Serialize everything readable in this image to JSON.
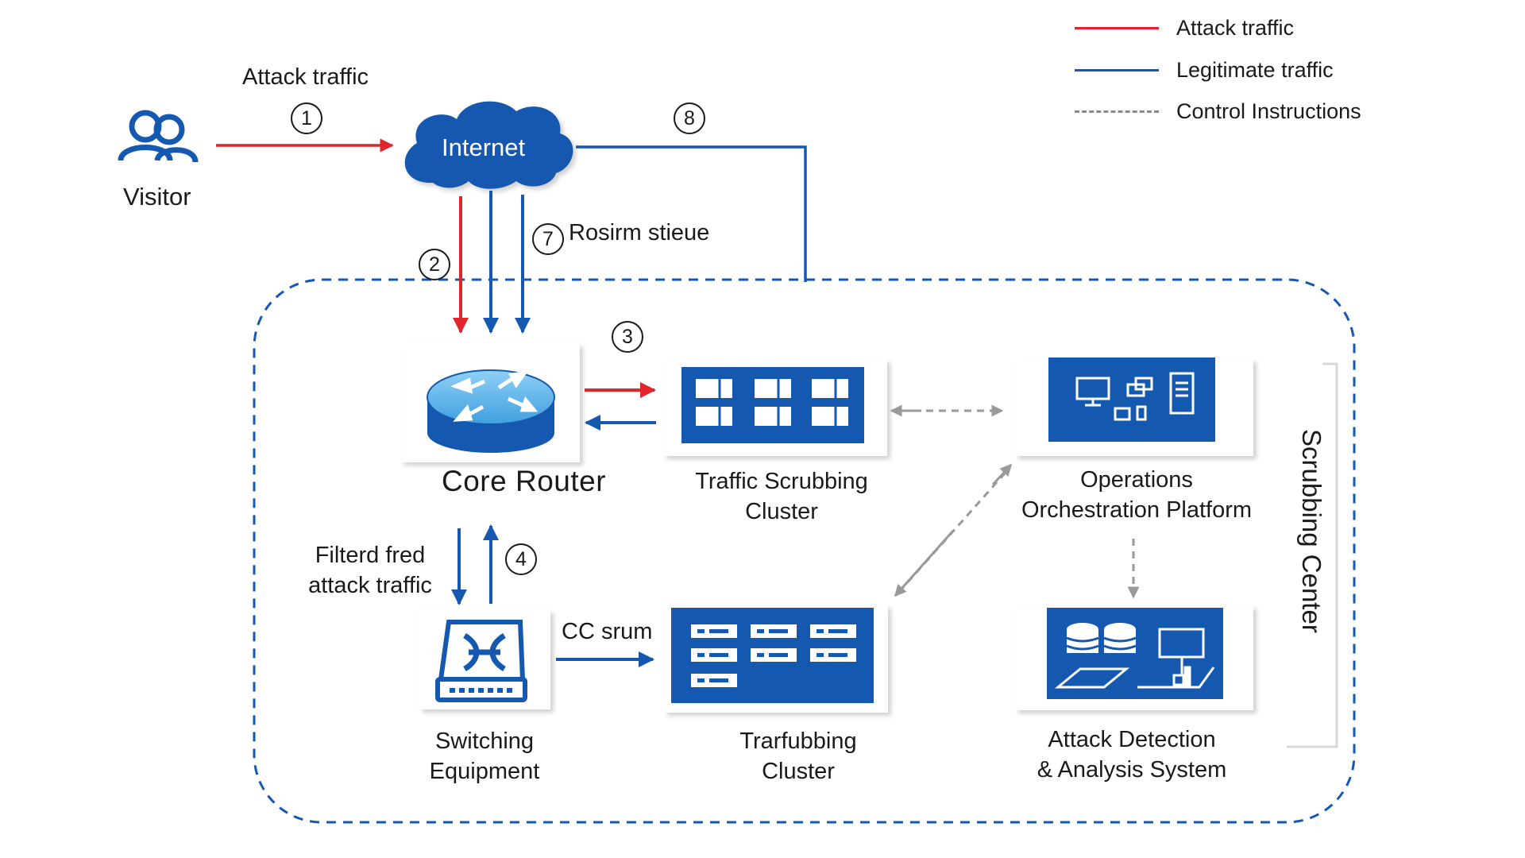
{
  "colors": {
    "attack": "#e0262b",
    "legit": "#1558b0",
    "control": "#9a9a9a",
    "device": "#1558b0"
  },
  "legend": {
    "attack": "Attack traffic",
    "legit": "Legitimate traffic",
    "control": "Control Instructions"
  },
  "nodes": {
    "visitor": "Visitor",
    "internet": "Internet",
    "core_router": "Core Router",
    "scrub_cluster_1": "Traffic Scrubbing\nCluster",
    "ops_platform": "Operations\nOrchestration Platform",
    "switching": "Switching\nEquipment",
    "scrub_cluster_2": "Trarfubbing\nCluster",
    "attack_detection": "Attack Detection\n& Analysis System",
    "scrubbing_center": "Scrubbing Center"
  },
  "edge_labels": {
    "attack_traffic": "Attack traffic",
    "rosirm": "Rosirm stieue",
    "filtered": "Filterd fred\nattack traffic",
    "cc_srum": "CC srum"
  },
  "steps": [
    "1",
    "2",
    "3",
    "4",
    "7",
    "8"
  ]
}
